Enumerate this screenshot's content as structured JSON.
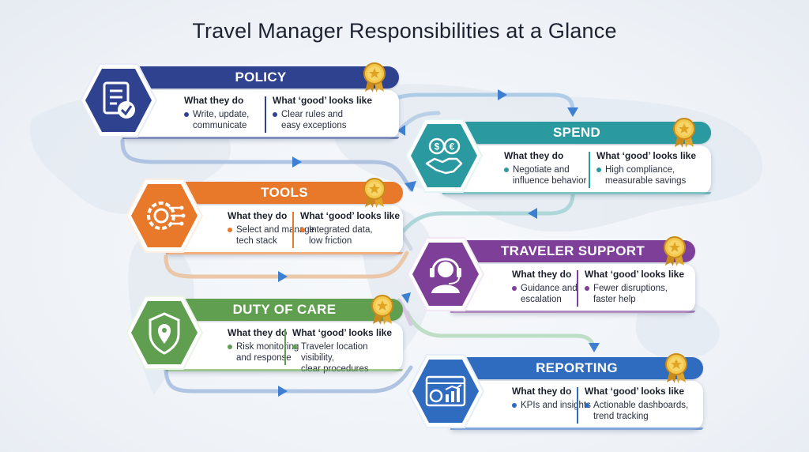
{
  "title": "Travel Manager Responsibilities at a Glance",
  "cards": [
    {
      "name": "policy",
      "label": "POLICY",
      "color": "#2f4290",
      "light": "#e7ebf7",
      "what_heading": "What they do",
      "what": "Write, update,\ncommunicate",
      "good_heading": "What ‘good’ looks like",
      "good": "Clear rules and\neasy exceptions",
      "icon": "document-check-icon"
    },
    {
      "name": "spend",
      "label": "SPEND",
      "color": "#2b9aa0",
      "light": "#e3f4f4",
      "what_heading": "What they do",
      "what": "Negotiate and\ninfluence behavior",
      "good_heading": "What ‘good’ looks like",
      "good": "High compliance,\nmeasurable savings",
      "icon": "handshake-currency-icon"
    },
    {
      "name": "tools",
      "label": "TOOLS",
      "color": "#e8792b",
      "light": "#fdeee2",
      "what_heading": "What they do",
      "what": "Select and manage\ntech stack",
      "good_heading": "What ‘good’ looks like",
      "good": "Integrated data,\nlow friction",
      "icon": "gear-circuit-icon"
    },
    {
      "name": "traveler-support",
      "label": "TRAVELER SUPPORT",
      "color": "#7d3f98",
      "light": "#f1e7f5",
      "what_heading": "What they do",
      "what": "Guidance and\nescalation",
      "good_heading": "What ‘good’ looks like",
      "good": "Fewer disruptions,\nfaster help",
      "icon": "headset-agent-icon"
    },
    {
      "name": "duty-of-care",
      "label": "DUTY OF CARE",
      "color": "#5f9f4f",
      "light": "#e9f4e5",
      "what_heading": "What they do",
      "what": "Risk monitoring\nand response",
      "good_heading": "What ‘good’ looks like",
      "good": "Traveler location visibility,\nclear procedures",
      "icon": "shield-location-icon"
    },
    {
      "name": "reporting",
      "label": "REPORTING",
      "color": "#2f6bbf",
      "light": "#e4edf8",
      "what_heading": "What they do",
      "what": "KPIs and insights",
      "good_heading": "What ‘good’ looks like",
      "good": "Actionable dashboards,\ntrend tracking",
      "icon": "dashboard-chart-icon"
    }
  ]
}
